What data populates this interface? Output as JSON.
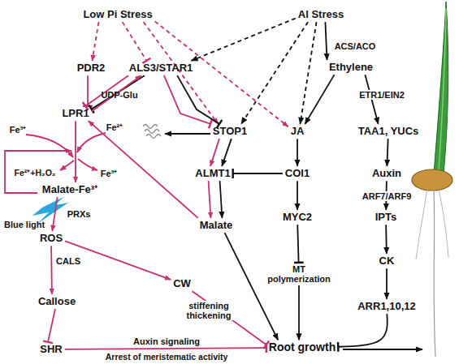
{
  "diagram": {
    "nodes": [
      {
        "text": [
          "Low Pi Stress"
        ]
      },
      {
        "text": [
          "Al Stress"
        ]
      },
      {
        "text": [
          "PDR2"
        ]
      },
      {
        "text": [
          "ALS3/STAR1"
        ]
      },
      {
        "text": [
          "Ethylene"
        ]
      },
      {
        "text": [
          "LPR1"
        ]
      },
      {
        "text": [
          "STOP1"
        ]
      },
      {
        "text": [
          "JA"
        ]
      },
      {
        "text": [
          "TAA1, YUCs"
        ]
      },
      {
        "text": [
          "Malate-Fe³⁺"
        ]
      },
      {
        "text": [
          "ALMT1"
        ]
      },
      {
        "text": [
          "COI1"
        ]
      },
      {
        "text": [
          "Auxin"
        ]
      },
      {
        "text": [
          "ROS"
        ]
      },
      {
        "text": [
          "Malate"
        ]
      },
      {
        "text": [
          "MYC2"
        ]
      },
      {
        "text": [
          "IPTs"
        ]
      },
      {
        "text": [
          "Callose"
        ]
      },
      {
        "text": [
          "CW"
        ]
      },
      {
        "text": [
          "MT polymerization"
        ]
      },
      {
        "text": [
          "CK"
        ]
      },
      {
        "text": [
          "ARR1,10,12"
        ]
      },
      {
        "text": [
          "SHR"
        ]
      },
      {
        "text": [
          "Root growth"
        ]
      }
    ],
    "edges": [
      {
        "from": 0,
        "to": 2,
        "arrow": "to"
      },
      {
        "from": 0,
        "to": 3,
        "arrow": "to"
      },
      {
        "from": 0,
        "to": 6,
        "arrow": "to"
      },
      {
        "from": 0,
        "to": 7,
        "arrow": "to"
      },
      {
        "from": 1,
        "to": 3,
        "arrow": "to"
      },
      {
        "from": 1,
        "to": 6,
        "arrow": "to"
      },
      {
        "from": 1,
        "to": 7,
        "arrow": "to"
      },
      {
        "from": 1,
        "to": 4,
        "label": "ACS/ACO",
        "arrow": "to"
      },
      {
        "from": 4,
        "to": 7,
        "arrow": "to"
      },
      {
        "from": 4,
        "to": 8,
        "label": "ETR1/EIN2",
        "arrow": "to"
      },
      {
        "from": 2,
        "to": 5,
        "arrow": "to"
      },
      {
        "from": 3,
        "to": 5,
        "arrow": "to"
      },
      {
        "from": 3,
        "to": 5,
        "arrow": "to"
      },
      {
        "from": 5,
        "to": 3,
        "arrow": "to"
      },
      {
        "from": 3,
        "to": 6,
        "arrow": "to"
      },
      {
        "from": 3,
        "to": 6,
        "arrow": "to"
      },
      {
        "from": 6,
        "to": 10,
        "arrow": "to"
      },
      {
        "from": 6,
        "to": 10,
        "arrow": "to"
      },
      {
        "from": 10,
        "to": 14,
        "arrow": "to"
      },
      {
        "from": 10,
        "to": 14,
        "arrow": "to"
      },
      {
        "from": 7,
        "to": 11,
        "arrow": "to"
      },
      {
        "from": 11,
        "to": 10,
        "arrow": "to"
      },
      {
        "from": 11,
        "to": 15,
        "arrow": "to"
      },
      {
        "from": 15,
        "to": 19,
        "arrow": "to"
      },
      {
        "from": 19,
        "to": 23,
        "arrow": "to"
      },
      {
        "from": 8,
        "to": 12,
        "arrow": "to"
      },
      {
        "from": 12,
        "to": 16,
        "label": "ARF7/ARF9",
        "arrow": "to"
      },
      {
        "from": 16,
        "to": 20,
        "arrow": "to"
      },
      {
        "from": 20,
        "to": 21,
        "arrow": "to"
      },
      {
        "from": 21,
        "to": 23,
        "arrow": "to"
      },
      {
        "from": 14,
        "to": 5,
        "arrow": "to"
      },
      {
        "from": 14,
        "to": 23,
        "arrow": "to"
      },
      {
        "from": 5,
        "to": 9,
        "arrow": "to"
      },
      {
        "from": 9,
        "to": 13,
        "label": "PRXs",
        "arrow": "to"
      },
      {
        "from": 13,
        "to": 17,
        "label": "CALS",
        "arrow": "to"
      },
      {
        "from": 13,
        "to": 18,
        "arrow": "to"
      },
      {
        "from": 18,
        "to": 23,
        "label": "stiffening thickening",
        "arrow": "to"
      },
      {
        "from": 17,
        "to": 22,
        "arrow": "to"
      },
      {
        "from": 22,
        "to": 23,
        "label": "Auxin signaling",
        "arrow": "to"
      }
    ],
    "labels": [
      "UDP-Glu",
      "Fe³⁺",
      "Fe²⁺",
      "Fe²⁺+H₂O₂",
      "Fe³⁺",
      "Blue light",
      "Arrest of meristematic activity"
    ]
  }
}
